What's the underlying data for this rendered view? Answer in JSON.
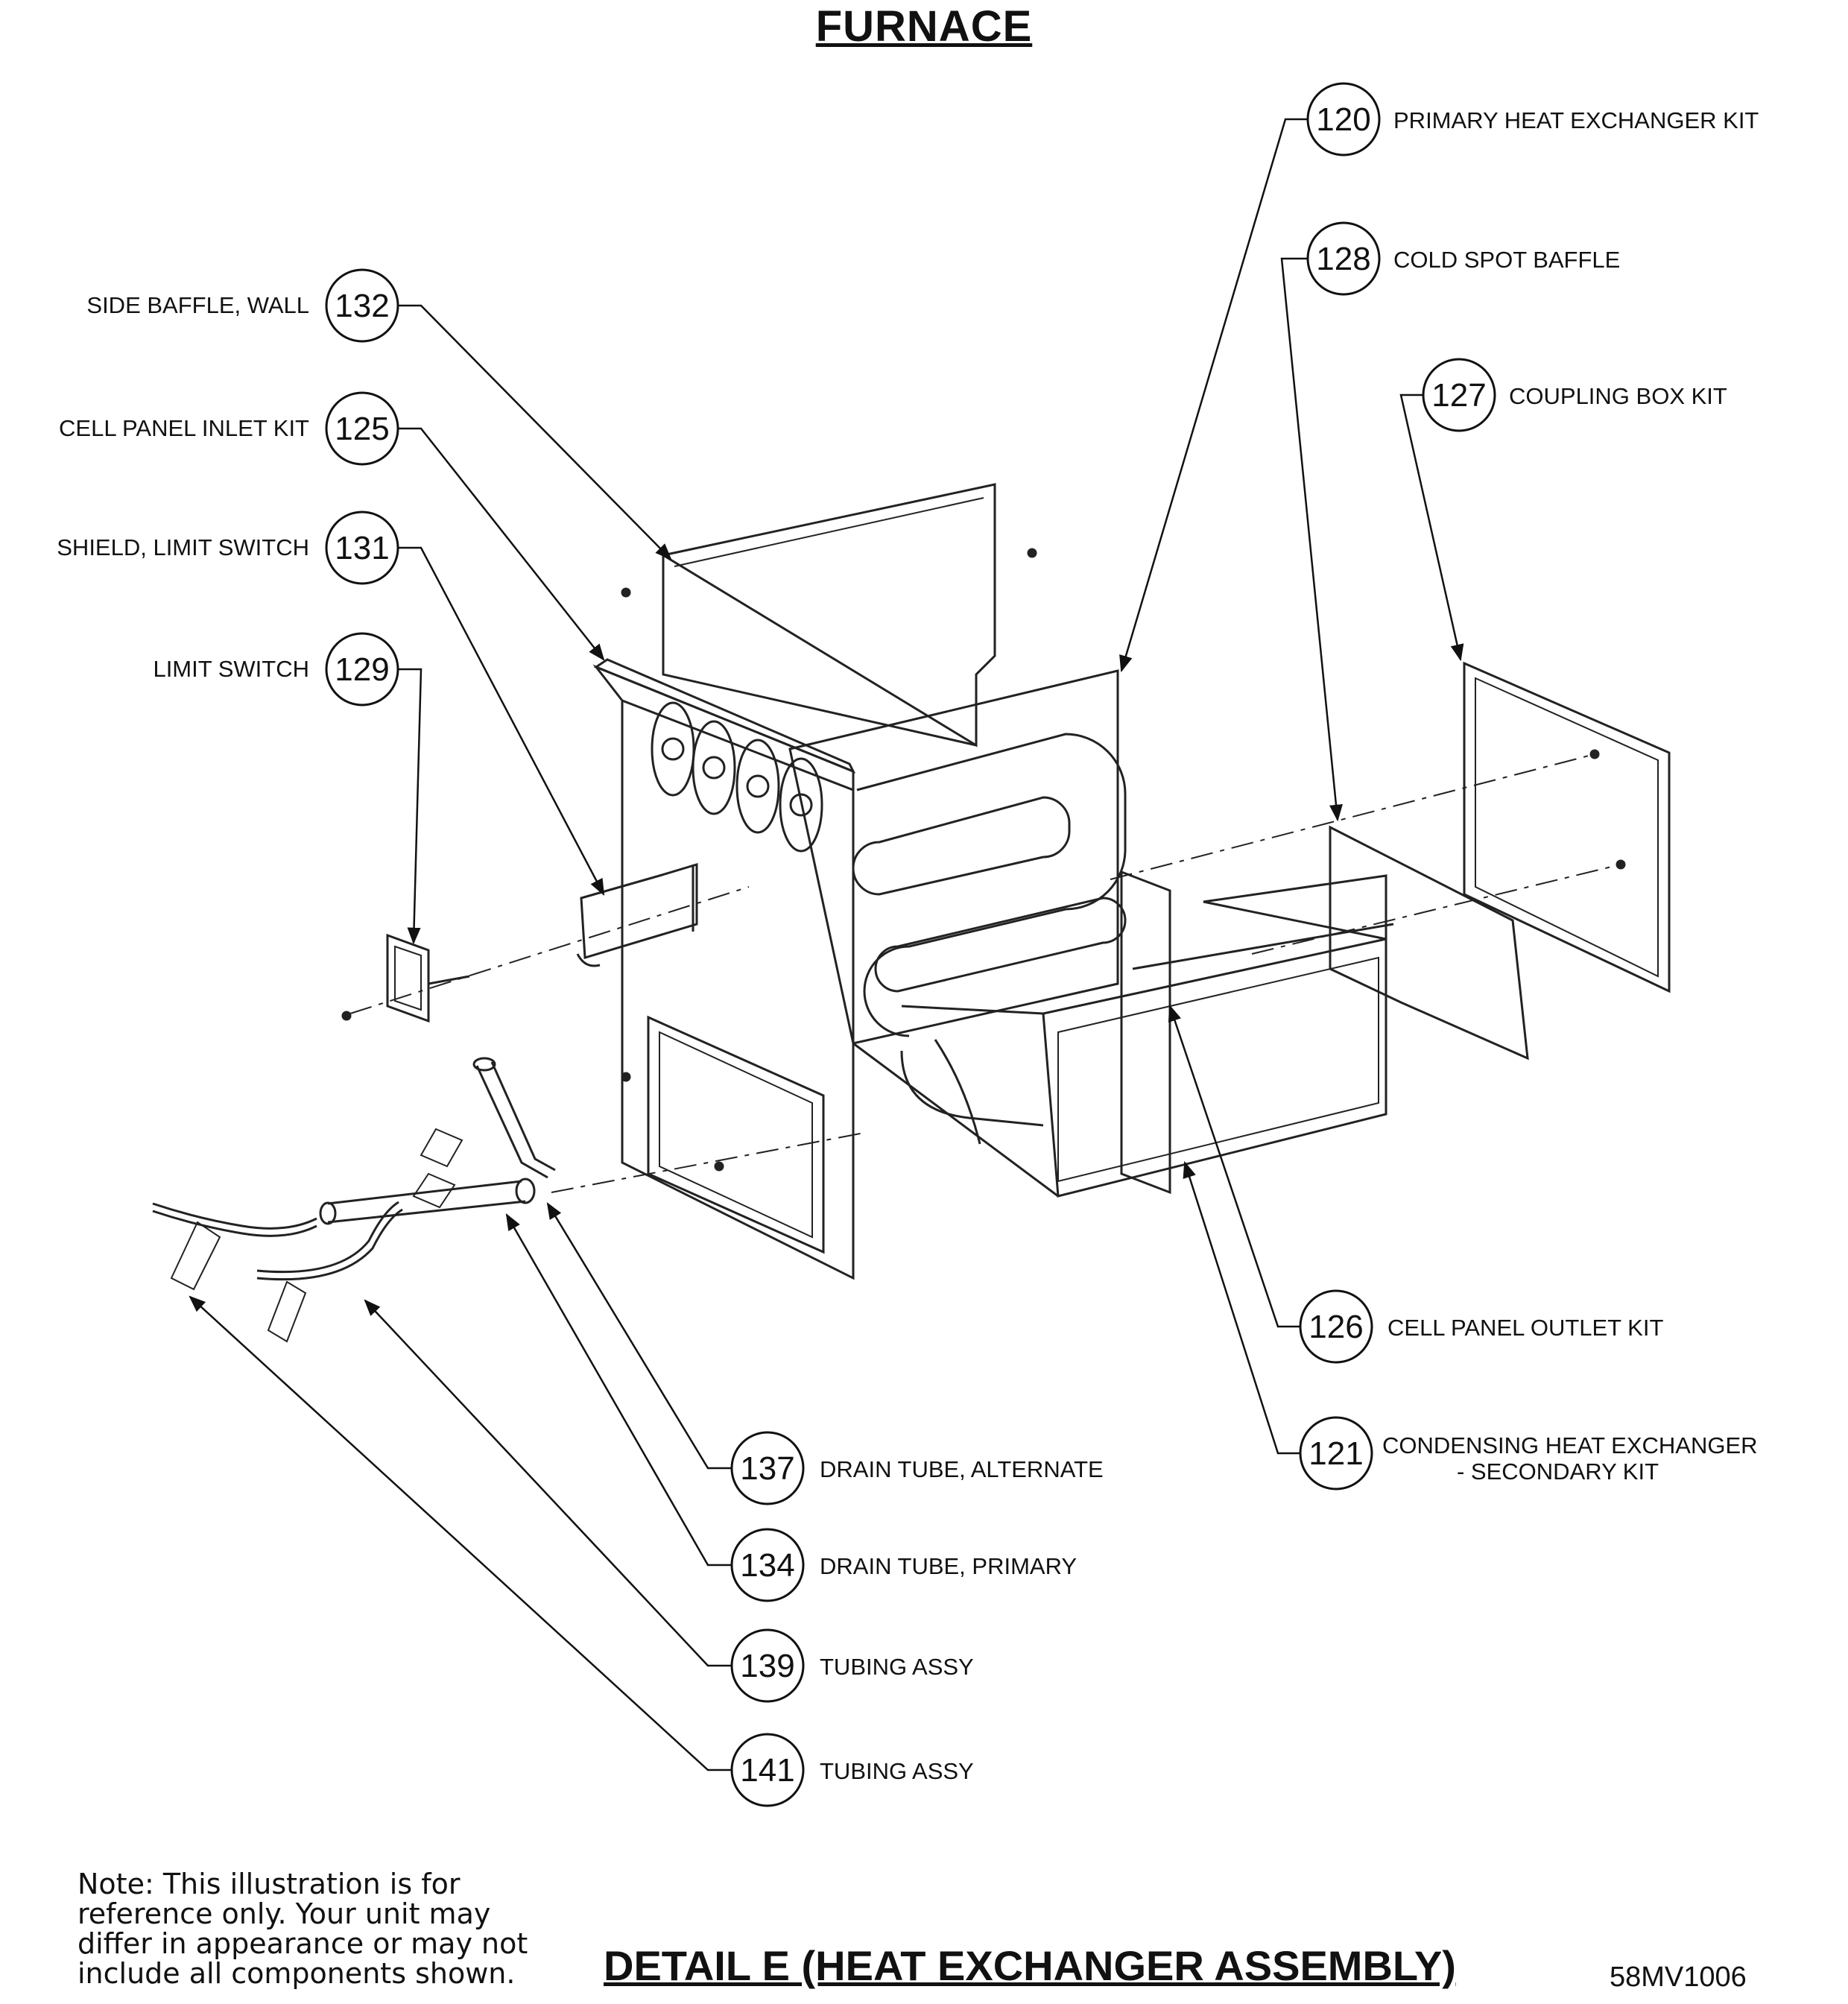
{
  "title": "FURNACE",
  "detail_title": "DETAIL E (HEAT EXCHANGER ASSEMBLY)",
  "note": "Note: This illustration is for\nreference only. Your unit may\ndiffer in appearance or may not\ninclude all components shown.",
  "drawing_code": "58MV1006",
  "callouts": [
    {
      "id": "120",
      "label": "PRIMARY HEAT EXCHANGER KIT"
    },
    {
      "id": "128",
      "label": "COLD SPOT BAFFLE"
    },
    {
      "id": "127",
      "label": "COUPLING BOX KIT"
    },
    {
      "id": "132",
      "label": "SIDE BAFFLE, WALL"
    },
    {
      "id": "125",
      "label": "CELL PANEL INLET KIT"
    },
    {
      "id": "131",
      "label": "SHIELD, LIMIT SWITCH"
    },
    {
      "id": "129",
      "label": "LIMIT SWITCH"
    },
    {
      "id": "126",
      "label": "CELL PANEL OUTLET KIT"
    },
    {
      "id": "121",
      "label": "CONDENSING HEAT EXCHANGER",
      "label2": "- SECONDARY KIT"
    },
    {
      "id": "137",
      "label": "DRAIN TUBE, ALTERNATE"
    },
    {
      "id": "134",
      "label": "DRAIN TUBE, PRIMARY"
    },
    {
      "id": "139",
      "label": "TUBING ASSY"
    },
    {
      "id": "141",
      "label": "TUBING ASSY"
    }
  ]
}
